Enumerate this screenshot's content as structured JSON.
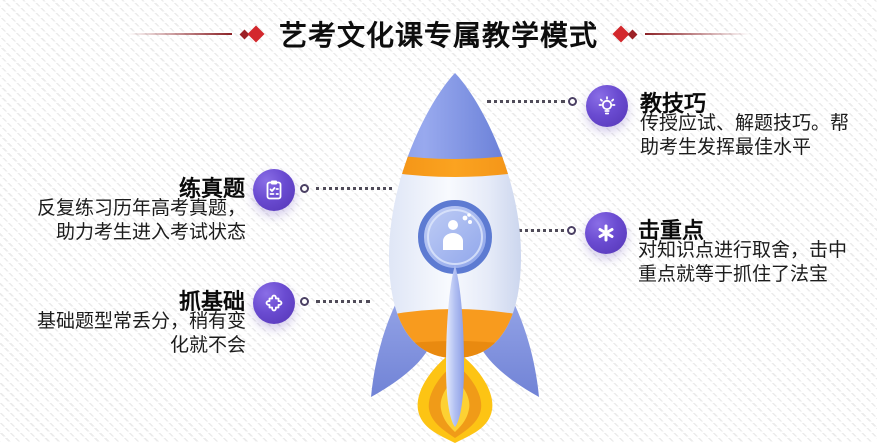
{
  "header": {
    "title": "艺考文化课专属教学模式"
  },
  "colors": {
    "accent_purple": "#6a4bd1",
    "diamond_red": "#d3282d",
    "diamond_dark_red": "#9c2126",
    "rocket_nose_blue": "#7a8fe0",
    "rocket_band_orange": "#f89b1e",
    "flame_yellow": "#fdc414",
    "flame_orange": "#f09b18",
    "fin_blue": "#8c9ee3"
  },
  "items": [
    {
      "id": "practice-real-questions",
      "side": "left",
      "icon": "clipboard-icon",
      "title": "练真题",
      "lines": [
        "反复练习历年高考真题，",
        "助力考生进入考试状态"
      ]
    },
    {
      "id": "grasp-basics",
      "side": "left",
      "icon": "puzzle-icon",
      "title": "抓基础",
      "lines": [
        "基础题型常丢分，稍有变",
        "化就不会"
      ]
    },
    {
      "id": "teach-techniques",
      "side": "right",
      "icon": "lightbulb-icon",
      "title": "教技巧",
      "lines": [
        "传授应试、解题技巧。帮",
        "助考生发挥最佳水平"
      ]
    },
    {
      "id": "hit-key-points",
      "side": "right",
      "icon": "asterisk-icon",
      "title": "击重点",
      "lines": [
        "对知识点进行取舍，击中",
        "重点就等于抓住了法宝"
      ]
    }
  ]
}
